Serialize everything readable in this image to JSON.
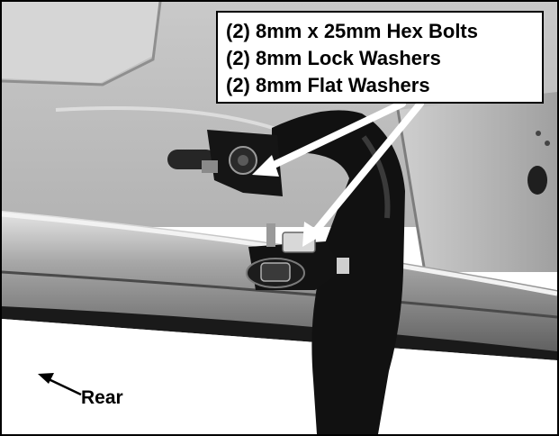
{
  "callout": {
    "lines": [
      "(2) 8mm x 25mm Hex Bolts",
      "(2) 8mm Lock Washers",
      "(2) 8mm Flat Washers"
    ]
  },
  "direction_label": "Rear",
  "colors": {
    "frame": "#000000",
    "callout_bg": "#ffffff",
    "arrow": "#ffffff",
    "bracket": "#111111"
  },
  "icons": {
    "callout_arrows": "arrow-icon",
    "rear_arrow": "arrow-up-left-icon"
  }
}
